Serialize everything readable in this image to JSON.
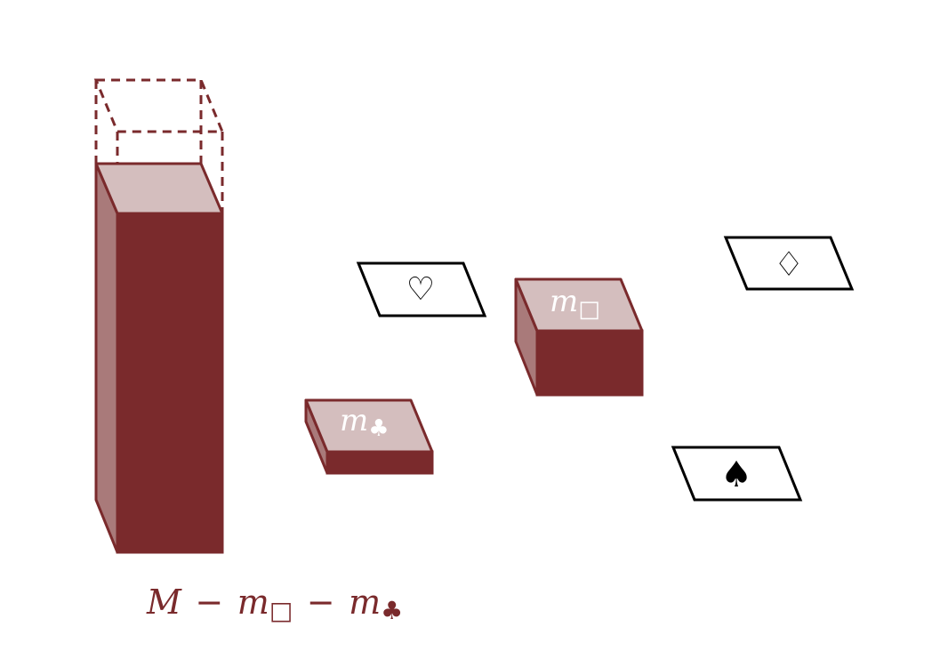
{
  "colors": {
    "dark": "#7a2a2c",
    "side": "#a97a7a",
    "top": "#d4bebe",
    "outline": "#000000",
    "background": "#ffffff"
  },
  "blocks": {
    "remaining": {
      "label": "M − m□ − m♣",
      "shows_removed_part": true
    },
    "square_block": {
      "label_var": "m",
      "label_sub": "□"
    },
    "club_block": {
      "label_var": "m",
      "label_sub": "♣"
    }
  },
  "cards": [
    {
      "id": "heart",
      "symbol": "♡"
    },
    {
      "id": "diamond",
      "symbol": "♢"
    },
    {
      "id": "spade",
      "symbol": "♠"
    }
  ],
  "formula": {
    "M": "M",
    "minus1": "−",
    "m1": "m",
    "sub1": "□",
    "minus2": "−",
    "m2": "m",
    "sub2": "♣"
  }
}
